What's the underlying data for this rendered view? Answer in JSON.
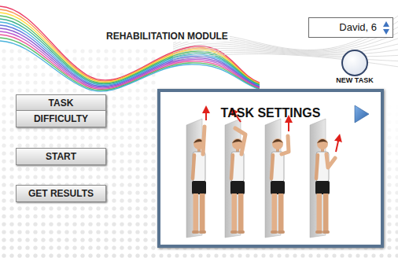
{
  "diagram": {
    "title": "REHABILITATION MODULE",
    "nodes": [
      {
        "text": [
          "David, 6"
        ]
      },
      {
        "text": [
          "NEW TASK"
        ]
      },
      {
        "text": [
          "TASK"
        ]
      },
      {
        "text": [
          "DIFFICULTY"
        ]
      },
      {
        "text": [
          "START"
        ]
      },
      {
        "text": [
          "GET RESULTS"
        ]
      },
      {
        "text": [
          "TASK SETTINGS"
        ]
      }
    ]
  }
}
